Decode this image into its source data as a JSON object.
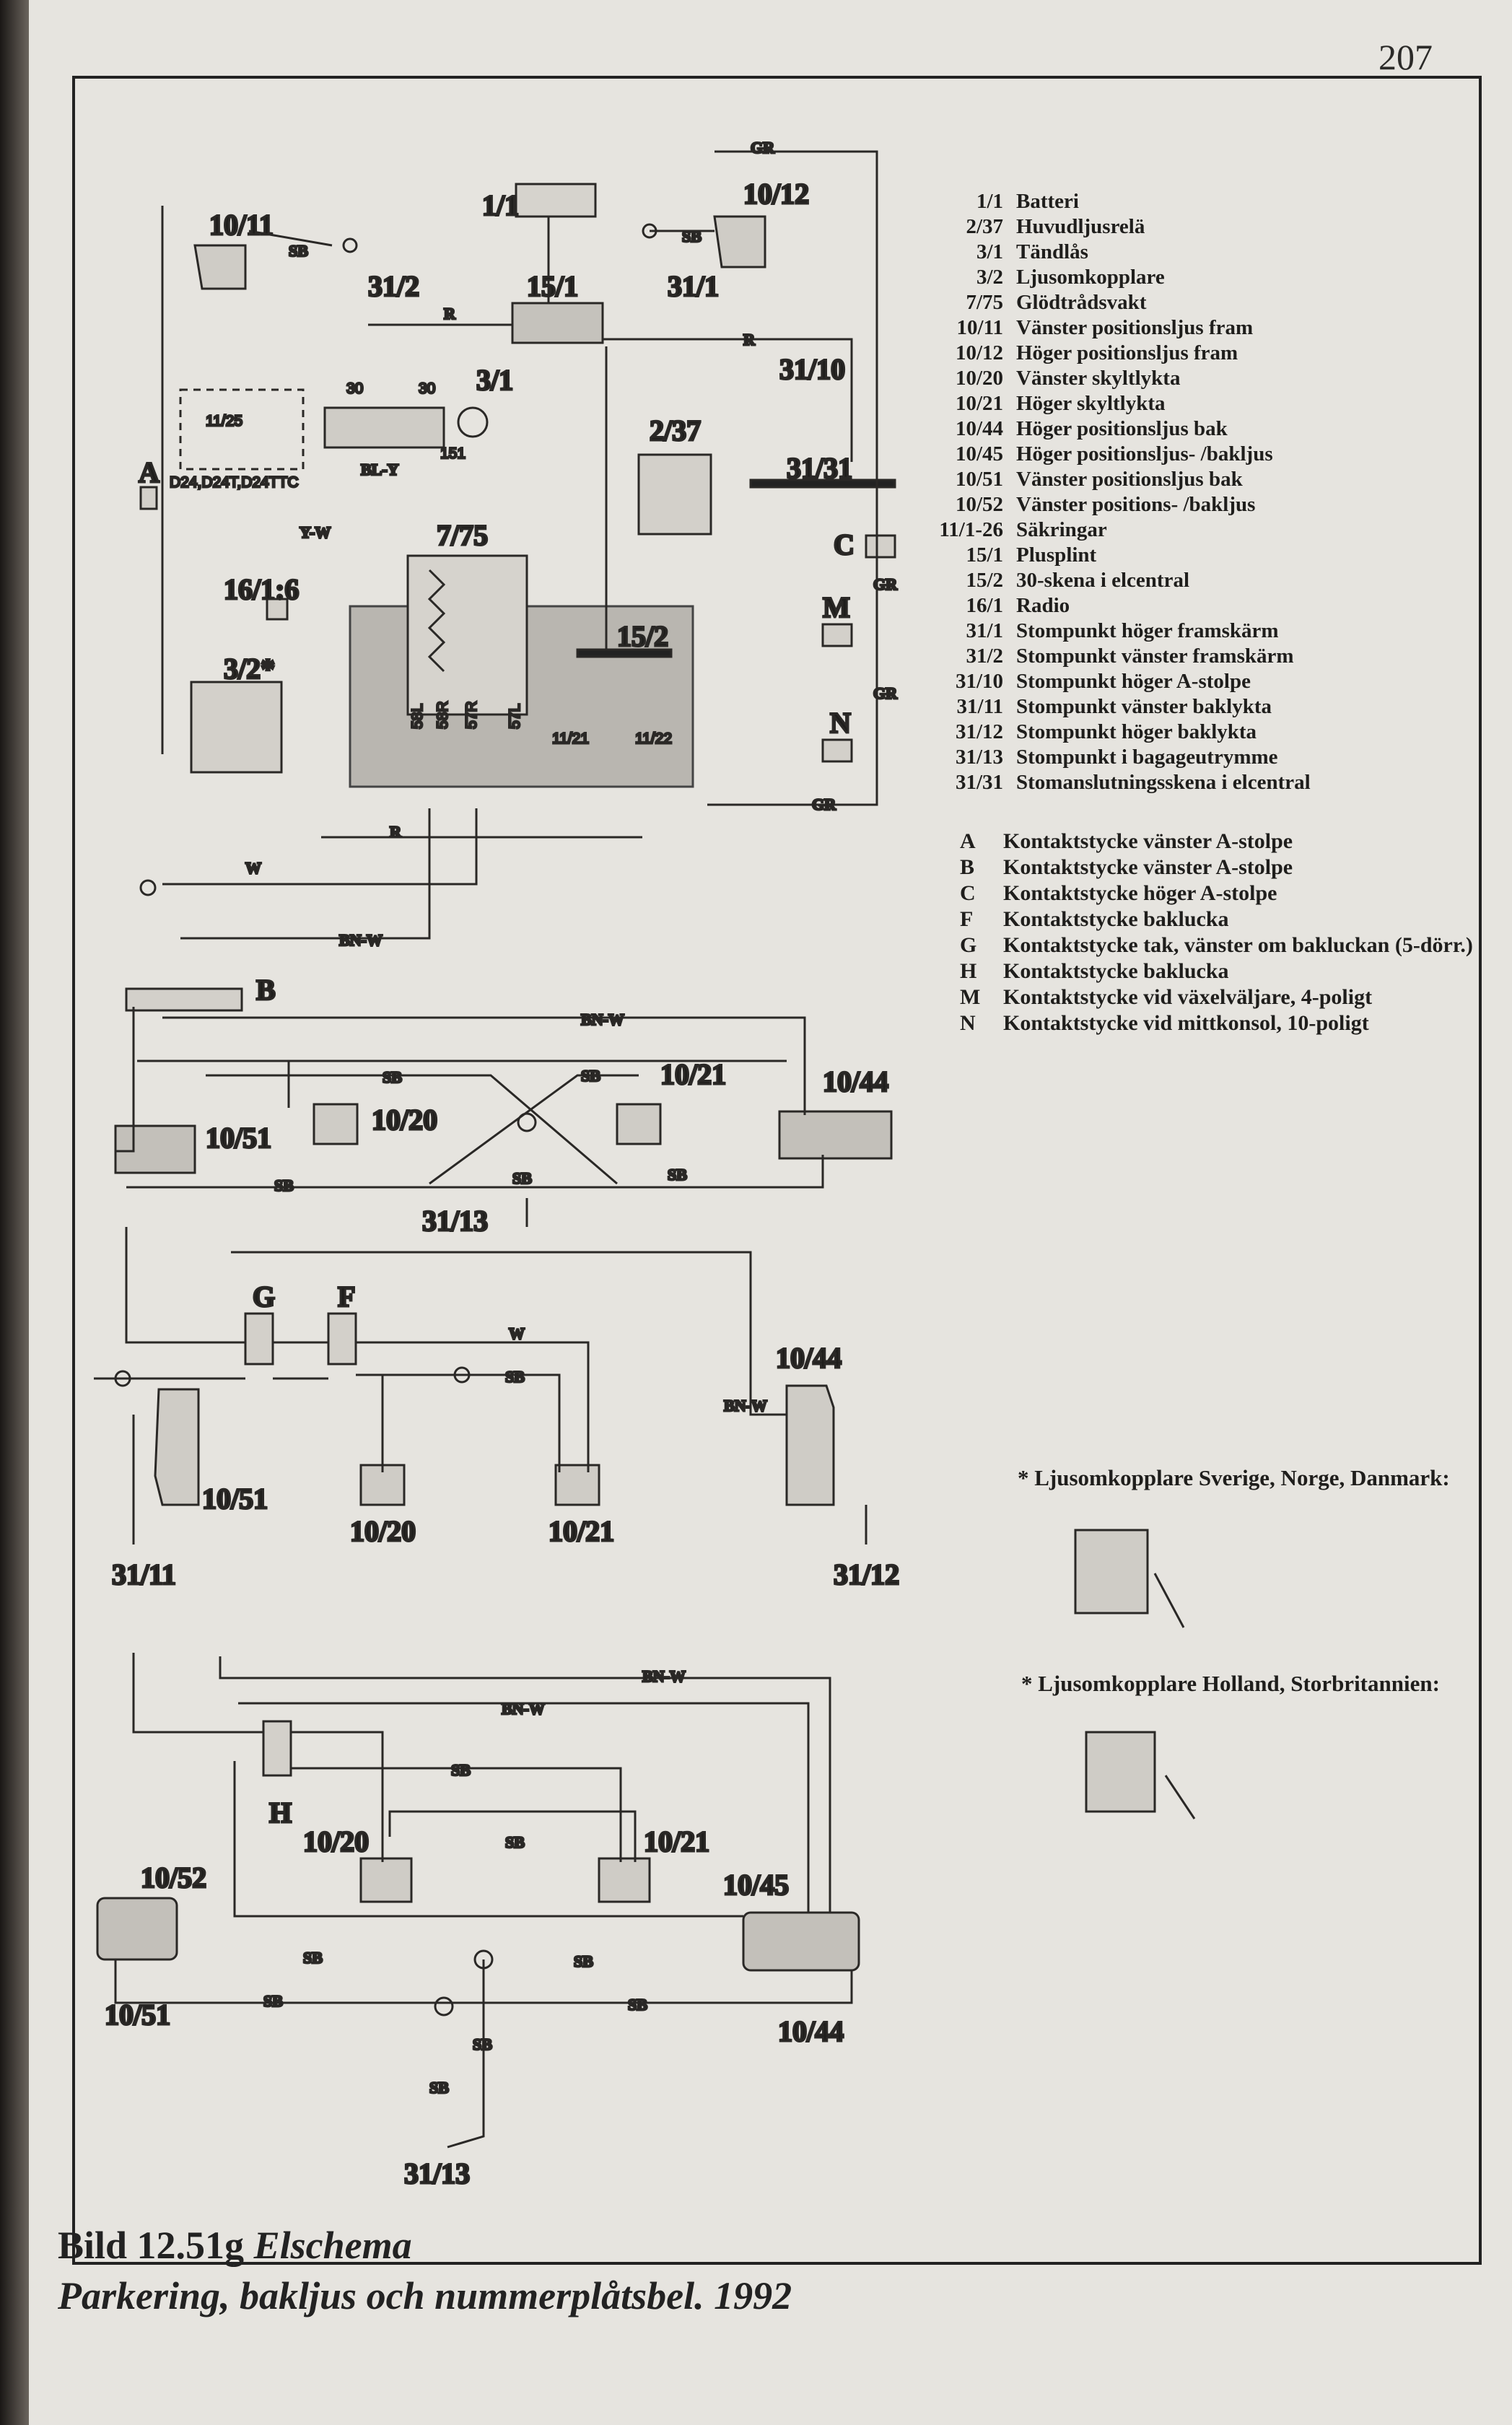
{
  "page_number": "207",
  "legend": [
    {
      "code": "1/1",
      "text": "Batteri"
    },
    {
      "code": "2/37",
      "text": "Huvudljusrelä"
    },
    {
      "code": "3/1",
      "text": "Tändlås"
    },
    {
      "code": "3/2",
      "text": "Ljusomkopplare"
    },
    {
      "code": "7/75",
      "text": "Glödtrådsvakt"
    },
    {
      "code": "10/11",
      "text": "Vänster positionsljus fram"
    },
    {
      "code": "10/12",
      "text": "Höger positionsljus fram"
    },
    {
      "code": "10/20",
      "text": "Vänster skyltlykta"
    },
    {
      "code": "10/21",
      "text": "Höger skyltlykta"
    },
    {
      "code": "10/44",
      "text": "Höger positionsljus bak"
    },
    {
      "code": "10/45",
      "text": "Höger positionsljus- /bakljus"
    },
    {
      "code": "10/51",
      "text": "Vänster positionsljus bak"
    },
    {
      "code": "10/52",
      "text": "Vänster positions- /bakljus"
    },
    {
      "code": "11/1-26",
      "text": "Säkringar"
    },
    {
      "code": "15/1",
      "text": "Plusplint"
    },
    {
      "code": "15/2",
      "text": "30-skena i elcentral"
    },
    {
      "code": "16/1",
      "text": "Radio"
    },
    {
      "code": "31/1",
      "text": "Stompunkt höger framskärm"
    },
    {
      "code": "31/2",
      "text": "Stompunkt vänster framskärm"
    },
    {
      "code": "31/10",
      "text": "Stompunkt höger A-stolpe"
    },
    {
      "code": "31/11",
      "text": "Stompunkt vänster baklykta"
    },
    {
      "code": "31/12",
      "text": "Stompunkt höger baklykta"
    },
    {
      "code": "31/13",
      "text": "Stompunkt i bagageutrymme"
    },
    {
      "code": "31/31",
      "text": "Stomanslutningsskena i elcentral"
    }
  ],
  "connectors": [
    {
      "code": "A",
      "text": "Kontaktstycke vänster A-stolpe"
    },
    {
      "code": "B",
      "text": "Kontaktstycke vänster A-stolpe"
    },
    {
      "code": "C",
      "text": "Kontaktstycke höger A-stolpe"
    },
    {
      "code": "F",
      "text": "Kontaktstycke baklucka"
    },
    {
      "code": "G",
      "text": "Kontaktstycke tak, vänster om bakluckan (5-dörr.)"
    },
    {
      "code": "H",
      "text": "Kontaktstycke baklucka"
    },
    {
      "code": "M",
      "text": "Kontaktstycke vid växelväljare, 4-poligt"
    },
    {
      "code": "N",
      "text": "Kontaktstycke vid mittkonsol, 10-poligt"
    }
  ],
  "notes": {
    "switch_se": "* Ljusomkopplare Sverige, Norge, Danmark:",
    "switch_nl": "* Ljusomkopplare Holland, Storbritannien:"
  },
  "caption": {
    "prefix": "Bild 12.51g",
    "title": "Elschema",
    "subtitle": "Parkering, bakljus och nummerplåtsbel. 1992"
  },
  "labels": {
    "c1011": "10/11",
    "c11": "1/1",
    "c1012": "10/12",
    "c312": "31/2",
    "c151": "15/1",
    "c311": "31/1",
    "c31": "3/1",
    "c3110": "31/10",
    "c237": "2/37",
    "c3131": "31/31",
    "c775": "7/75",
    "c161": "16/1:6",
    "c32": "3/2*",
    "c152": "15/2",
    "cC": "C",
    "cM": "M",
    "cN": "N",
    "cA": "A",
    "cB": "B",
    "c1021a": "10/21",
    "c1044a": "10/44",
    "c1051a": "10/51",
    "c1020a": "10/20",
    "c3113a": "31/13",
    "cG": "G",
    "cF": "F",
    "c1044b": "10/44",
    "c1051b": "10/51",
    "c1020b": "10/20",
    "c1021b": "10/21",
    "c3111": "31/11",
    "c3112": "31/12",
    "cH": "H",
    "c1020c": "10/20",
    "c1021c": "10/21",
    "c1052": "10/52",
    "c1045": "10/45",
    "c1051c": "10/51",
    "c1044c": "10/44",
    "c3113b": "31/13"
  },
  "wires": {
    "w": "W",
    "sb": "SB",
    "r": "R",
    "gr": "GR",
    "bly": "BL-Y",
    "yw": "Y-W",
    "bnw": "BN-W"
  },
  "small": {
    "d24": "D24,D24T,D24TTC",
    "f1125": "11/25",
    "f1121": "11/21",
    "f1122": "11/22",
    "s5bl": "58L",
    "s5br": "58R",
    "s5tr": "57R",
    "s5tl": "57L",
    "n30": "30",
    "n151": "151"
  }
}
